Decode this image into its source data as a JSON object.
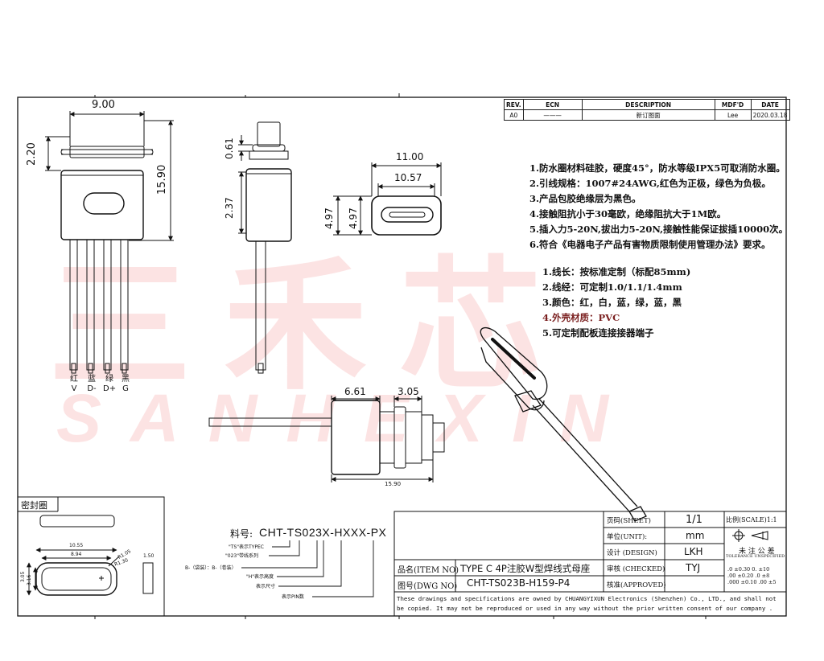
{
  "revision_table": {
    "headers": [
      "REV.",
      "ECN",
      "DESCRIPTION",
      "MDF'D",
      "DATE"
    ],
    "row": [
      "A0",
      "———",
      "新订图面",
      "Lee",
      "2020.03.18"
    ]
  },
  "notes": [
    "1.防水圈材料硅胶，硬度45°，防水等级IPX5可取消防水圈。",
    "2.引线规格：1007#24AWG,红色为正极，绿色为负极。",
    "3.产品包胶绝缘层为黑色。",
    "4.接触阻抗小于30毫欧，绝缘阻抗大于1M欧。",
    "5.插入力5-20N,拔出力5-20N,接触性能保证拔插10000次。",
    "6.符合《电器电子产品有害物质限制使用管理办法》要求。"
  ],
  "wire_notes": [
    "1.线长：按标准定制（标配85mm)",
    "2.线经：可定制1.0/1.1/1.4mm",
    "3.颜色：红，白，蓝，绿，蓝，黑",
    "4.外壳材质：PVC",
    "5.可定制配板连接接器端子"
  ],
  "watermark": {
    "cn": "三禾芯",
    "en": "SANHEXIN"
  },
  "front_view": {
    "dims": {
      "width": "9.00",
      "height_top": "2.20",
      "height": "15.90"
    },
    "wires": [
      {
        "color": "红",
        "signal": "V"
      },
      {
        "color": "蓝",
        "signal": "D-"
      },
      {
        "color": "绿",
        "signal": "D+"
      },
      {
        "color": "黑",
        "signal": "G"
      }
    ]
  },
  "side_view": {
    "dims": {
      "d1": "0.61",
      "d2": "2.37"
    }
  },
  "end_view": {
    "dims": {
      "outer_w": "11.00",
      "inner_w": "10.57",
      "outer_h": "4.97",
      "inner_h": "4.97"
    }
  },
  "bottom_view": {
    "dims": {
      "a": "6.61",
      "b": "3.05",
      "length": "15.90"
    }
  },
  "seal": {
    "title": "密封圈",
    "dims": {
      "w1": "10.55",
      "w2": "8.94",
      "h1": "3.05",
      "h2": "3.16",
      "r1": "R1.05",
      "r2": "R1.30",
      "t": "1.50"
    }
  },
  "part_number": {
    "label": "料号:",
    "code": "CHT-TS023X-HXXX-PX",
    "legend": [
      "\"TS\"表示TYPEC",
      "\"023\"带线系列",
      "B-（袋装）：B-（卷装）",
      "\"H\"表示高度",
      "表示尺寸",
      "表示PIN数"
    ]
  },
  "title_block": {
    "sheet_label": "页码(SHEET)",
    "sheet": "1/1",
    "scale_label": "比例(SCALE)1:1",
    "unit_label": "单位(UNIT):",
    "unit": "mm",
    "design_label": "设计 (DESIGN)",
    "design": "LKH",
    "checked_label": "审核 (CHECKED)",
    "checked": "TYJ",
    "approved_label": "核准(APPROVED)",
    "item_label": "品名(ITEM NO)",
    "item": "TYPE C 4P注胶W型焊线式母座",
    "dwg_label": "图号(DWG NO)",
    "dwg": "CHT-TS023B-H159-P4",
    "tol_title": "未 注 公 差",
    "tol_sub": "TOLERANCE UNSPECIFIED",
    "tol_rows": [
      ".0 ±0.30  0. ±10",
      ".00 ±0.20 .0 ±8",
      ".000 ±0.10 .00 ±5"
    ],
    "copyright": "These drawings and specifications are owned by CHUANGYIXUN Electronics (Shenzhen) Co., LTD., and shall not be copied. It may not be reproduced or used in any way without the prior written consent of our company ."
  }
}
